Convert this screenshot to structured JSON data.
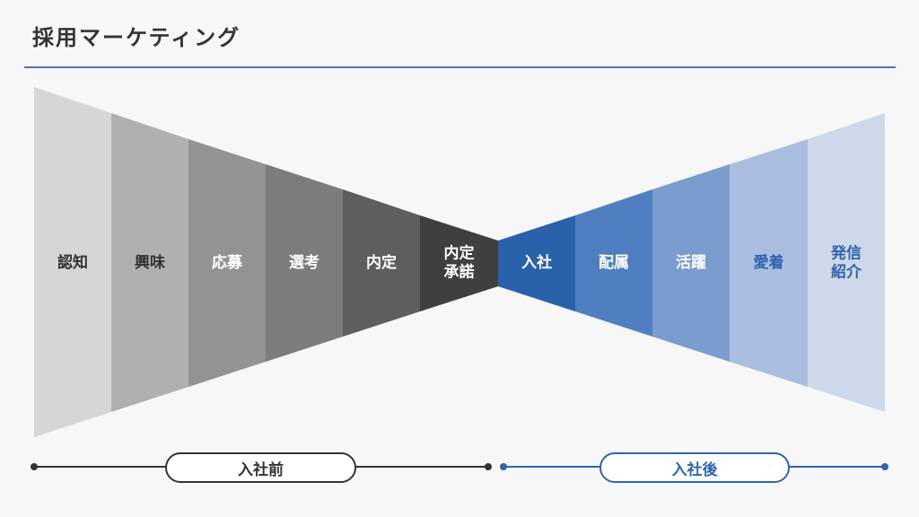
{
  "title": "採用マーケティング",
  "stages": [
    {
      "lines": [
        "認知"
      ],
      "fill": "#d6d6d6",
      "text_color": "#333333"
    },
    {
      "lines": [
        "興味"
      ],
      "fill": "#b0b0b0",
      "text_color": "#333333"
    },
    {
      "lines": [
        "応募"
      ],
      "fill": "#939393",
      "text_color": "#ffffff"
    },
    {
      "lines": [
        "選考"
      ],
      "fill": "#7c7c7c",
      "text_color": "#ffffff"
    },
    {
      "lines": [
        "内定"
      ],
      "fill": "#5e5e5e",
      "text_color": "#ffffff"
    },
    {
      "lines": [
        "内定",
        "承諾"
      ],
      "fill": "#3f3f3f",
      "text_color": "#ffffff"
    },
    {
      "lines": [
        "入社"
      ],
      "fill": "#2a61ab",
      "text_color": "#ffffff"
    },
    {
      "lines": [
        "配属"
      ],
      "fill": "#4f7fc0",
      "text_color": "#ffffff"
    },
    {
      "lines": [
        "活躍"
      ],
      "fill": "#7a9ccf",
      "text_color": "#ffffff"
    },
    {
      "lines": [
        "愛着"
      ],
      "fill": "#a9bedf",
      "text_color": "#2f64ad"
    },
    {
      "lines": [
        "発信",
        "紹介"
      ],
      "fill": "#cdd9ea",
      "text_color": "#2f64ad"
    }
  ],
  "phases": {
    "before": {
      "label": "入社前",
      "color": "#333333"
    },
    "after": {
      "label": "入社後",
      "color": "#2f64ad"
    }
  },
  "colors": {
    "background": "#f7f7f7",
    "accent": "#4a78b8"
  }
}
